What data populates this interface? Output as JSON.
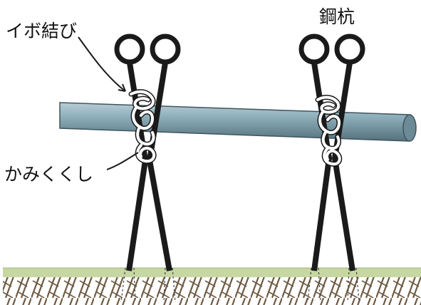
{
  "labels": {
    "ibo_musubi": "イボ結び",
    "kami_kushi": "かみくくし",
    "kouku": "鋼杭"
  },
  "colors": {
    "pipe_fill": "#7d9eab",
    "pipe_highlight": "#b9ced6",
    "pipe_shadow": "#55717c",
    "pile": "#1a1a1a",
    "rope": "#ffffff",
    "grass": "#c7d7a2",
    "soil": "#a89070",
    "soil_hatch": "#6e5a42"
  },
  "icons": [
    "steel-pile-icon",
    "rope-knot-icon",
    "pipe-icon",
    "ground-icon"
  ]
}
